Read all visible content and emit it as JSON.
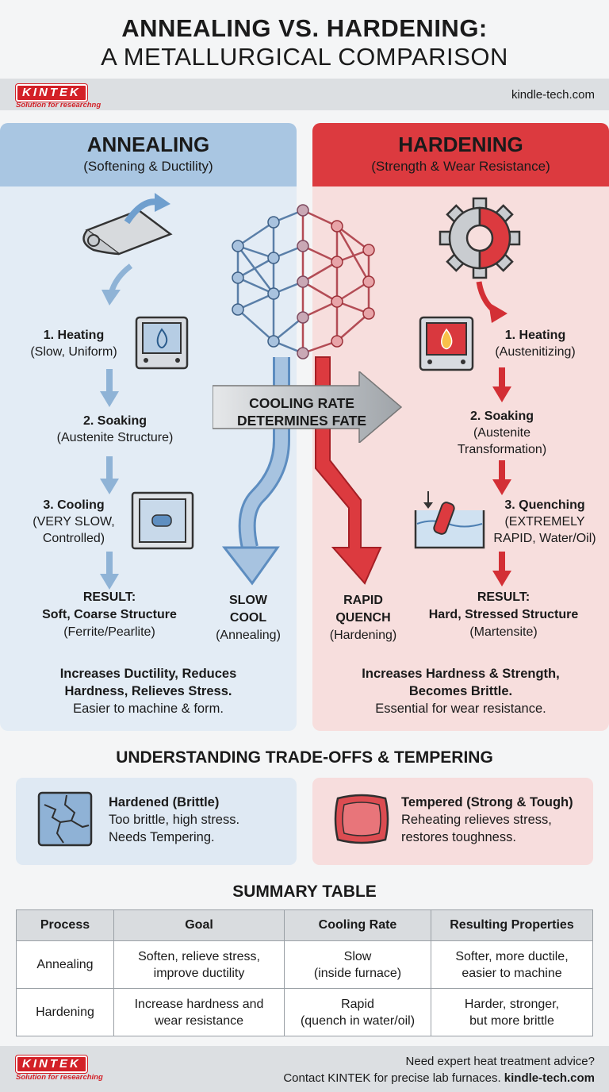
{
  "header": {
    "title_line1": "ANNEALING VS. HARDENING:",
    "title_line2": "A METALLURGICAL COMPARISON"
  },
  "brand": {
    "logo_text": "KINTEK",
    "top_tagline": "Solution for researchng",
    "bottom_tagline": "Solution for researching",
    "website": "kindle-tech.com",
    "accent_red": "#d32027"
  },
  "annealing": {
    "title": "ANNEALING",
    "subtitle": "(Softening & Ductility)",
    "color": "#a9c6e2",
    "steps": [
      {
        "label": "1. Heating",
        "detail": "(Slow, Uniform)"
      },
      {
        "label": "2. Soaking",
        "detail": "(Austenite Structure)"
      },
      {
        "label": "3. Cooling",
        "detail_line1": "(VERY SLOW,",
        "detail_line2": "Controlled)"
      }
    ],
    "result_label": "RESULT:",
    "result_value": "Soft, Coarse Structure",
    "result_detail": "(Ferrite/Pearlite)",
    "summary_line1": "Increases Ductility, Reduces",
    "summary_line2": "Hardness, Relieves Stress.",
    "summary_line3": "Easier to machine & form."
  },
  "hardening": {
    "title": "HARDENING",
    "subtitle": "(Strength & Wear Resistance)",
    "color": "#dc3a3f",
    "steps": [
      {
        "label": "1. Heating",
        "detail": "(Austenitizing)"
      },
      {
        "label": "2. Soaking",
        "detail_line1": "(Austenite",
        "detail_line2": "Transformation)"
      },
      {
        "label": "3. Quenching",
        "detail_line1": "(EXTREMELY",
        "detail_line2": "RAPID, Water/Oil)"
      }
    ],
    "result_label": "RESULT:",
    "result_value": "Hard, Stressed Structure",
    "result_detail": "(Martensite)",
    "summary_line1": "Increases Hardness & Strength,",
    "summary_line2": "Becomes Brittle.",
    "summary_line3": "Essential for wear resistance."
  },
  "center": {
    "arrow_line1": "COOLING RATE",
    "arrow_line2": "DETERMINES FATE",
    "slow_line1": "SLOW",
    "slow_line2": "COOL",
    "slow_line3": "(Annealing)",
    "rapid_line1": "RAPID",
    "rapid_line2": "QUENCH",
    "rapid_line3": "(Hardening)"
  },
  "tradeoffs": {
    "heading": "UNDERSTANDING TRADE-OFFS & TEMPERING",
    "hardened_title": "Hardened (Brittle)",
    "hardened_line1": "Too brittle, high stress.",
    "hardened_line2": "Needs Tempering.",
    "tempered_title": "Tempered (Strong & Tough)",
    "tempered_line1": "Reheating relieves stress,",
    "tempered_line2": "restores toughness."
  },
  "summary_table": {
    "heading": "SUMMARY TABLE",
    "columns": [
      "Process",
      "Goal",
      "Cooling Rate",
      "Resulting Properties"
    ],
    "rows": [
      {
        "process": "Annealing",
        "goal_line1": "Soften, relieve stress,",
        "goal_line2": "improve ductility",
        "rate_line1": "Slow",
        "rate_line2": "(inside furnace)",
        "props_line1": "Softer, more ductile,",
        "props_line2": "easier to machine"
      },
      {
        "process": "Hardening",
        "goal_line1": "Increase hardness and",
        "goal_line2": "wear resistance",
        "rate_line1": "Rapid",
        "rate_line2": "(quench in water/oil)",
        "props_line1": "Harder, stronger,",
        "props_line2": "but more brittle"
      }
    ]
  },
  "footer": {
    "line1": "Need expert heat treatment advice?",
    "line2_prefix": "Contact KINTEK for precise lab furnaces.",
    "line2_site": "kindle-tech.com"
  }
}
